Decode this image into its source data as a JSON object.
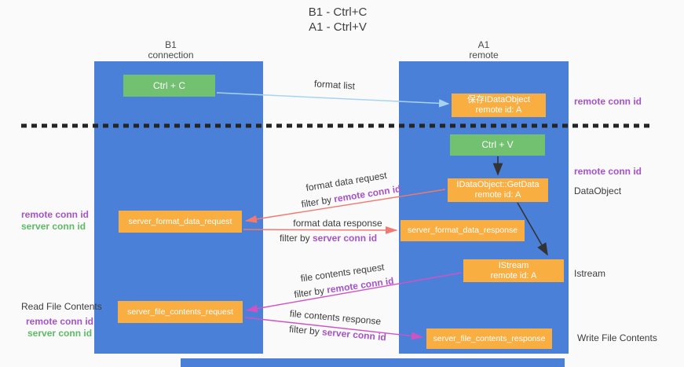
{
  "title": {
    "line1": "B1 - Ctrl+C",
    "line2": "A1 - Ctrl+V"
  },
  "lanes": {
    "left": {
      "name": "B1",
      "role": "connection"
    },
    "right": {
      "name": "A1",
      "role": "remote"
    }
  },
  "boxes": {
    "ctrl_c": {
      "label": "Ctrl + C"
    },
    "ctrl_v": {
      "label": "Ctrl + V"
    },
    "save_dataobject": {
      "line1": "保存IDataObject",
      "line2": "remote id: A"
    },
    "getdata": {
      "line1": "IDataObject::GetData",
      "line2": "remote id: A"
    },
    "istream": {
      "line1": "IStream",
      "line2": "remote id: A"
    },
    "format_request": {
      "label": "server_format_data_request"
    },
    "format_response": {
      "label": "server_format_data_response"
    },
    "file_request": {
      "label": "server_file_contents_request"
    },
    "file_response": {
      "label": "server_file_contents_response"
    }
  },
  "arrows": {
    "format_list": {
      "label": "format list"
    },
    "format_data_request": {
      "label": "format data request",
      "filter_prefix": "filter by ",
      "filter_key": "remote conn id"
    },
    "format_data_response": {
      "label": "format data response",
      "filter_prefix": "filter by ",
      "filter_key": "server conn id"
    },
    "file_contents_request": {
      "label": "file contents request",
      "filter_prefix": "filter by ",
      "filter_key": "remote conn id"
    },
    "file_contents_response": {
      "label": "file contents response",
      "filter_prefix": "filter by ",
      "filter_key": "server conn id"
    }
  },
  "side_labels": {
    "right_conn_id_top": "remote conn id",
    "right_conn_id_mid": "remote conn id",
    "dataobject": "DataObject",
    "istream": "Istream",
    "write_file_contents": "Write File Contents",
    "left_mid_remote": "remote conn id",
    "left_mid_server": "server conn id",
    "read_file_contents": "Read File Contents",
    "left_bottom_remote": "remote conn id",
    "left_bottom_server": "server conn id"
  },
  "colors": {
    "lane_blue": "#4a80d8",
    "box_green": "#72c170",
    "box_orange": "#f9ae42",
    "arrow_light_blue": "#a8d3f0",
    "arrow_red": "#f1796f",
    "arrow_magenta": "#cf53c3",
    "arrow_black": "#333333",
    "text_purple": "#a653c8",
    "text_green": "#5fba68",
    "text_dark": "#3c3c3c",
    "background": "#fafafa"
  }
}
